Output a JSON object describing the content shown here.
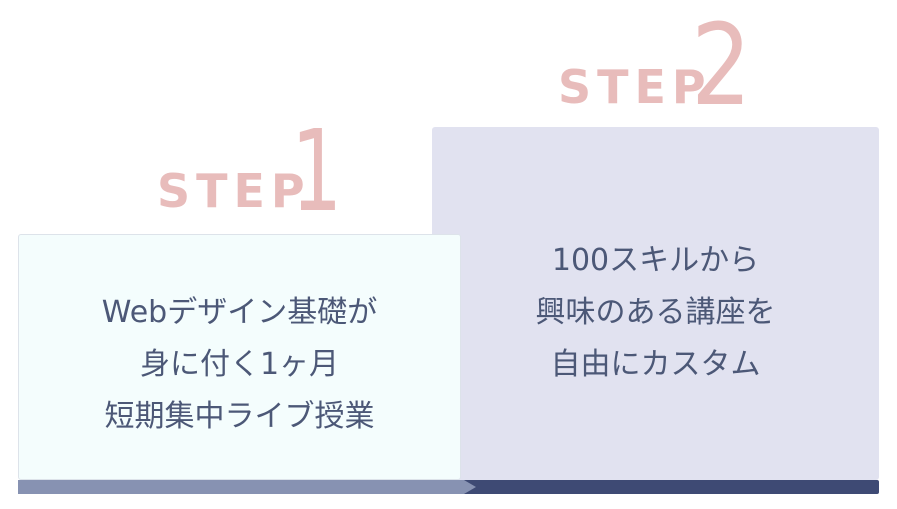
{
  "step1": {
    "word": "STEP",
    "number": "1",
    "lines": [
      "Webデザイン基礎が",
      "身に付く1ヶ月",
      "短期集中ライブ授業"
    ]
  },
  "step2": {
    "word": "STEP",
    "number": "2",
    "lines": [
      "100スキルから",
      "興味のある講座を",
      "自由にカスタム"
    ]
  },
  "colors": {
    "step_heading": "#e8bcbb",
    "step1_box": "#f4fdfd",
    "step2_box": "#e1e2f0",
    "body_text": "#4c5877",
    "bar_dark": "#3e4a74",
    "bar_light": "#8792b2"
  }
}
